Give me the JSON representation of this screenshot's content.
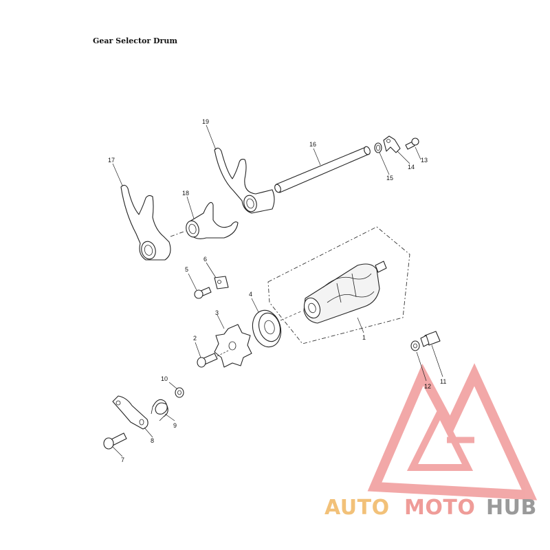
{
  "title": "Gear Selector Drum",
  "labels": {
    "p1": "1",
    "p2": "2",
    "p3": "3",
    "p4": "4",
    "p5": "5",
    "p6": "6",
    "p7": "7",
    "p8": "8",
    "p9": "9",
    "p10": "10",
    "p11": "11",
    "p12": "12",
    "p13": "13",
    "p14": "14",
    "p15": "15",
    "p16": "16",
    "p17": "17",
    "p18": "18",
    "p19": "19"
  },
  "watermark": {
    "part1": "AUTO",
    "part2": "MOTO",
    "part3": "HUB",
    "colors": {
      "auto": "#f2c179",
      "moto": "#ef9c98",
      "hub": "#9a9a9a",
      "logo": "#f09a9a"
    }
  }
}
